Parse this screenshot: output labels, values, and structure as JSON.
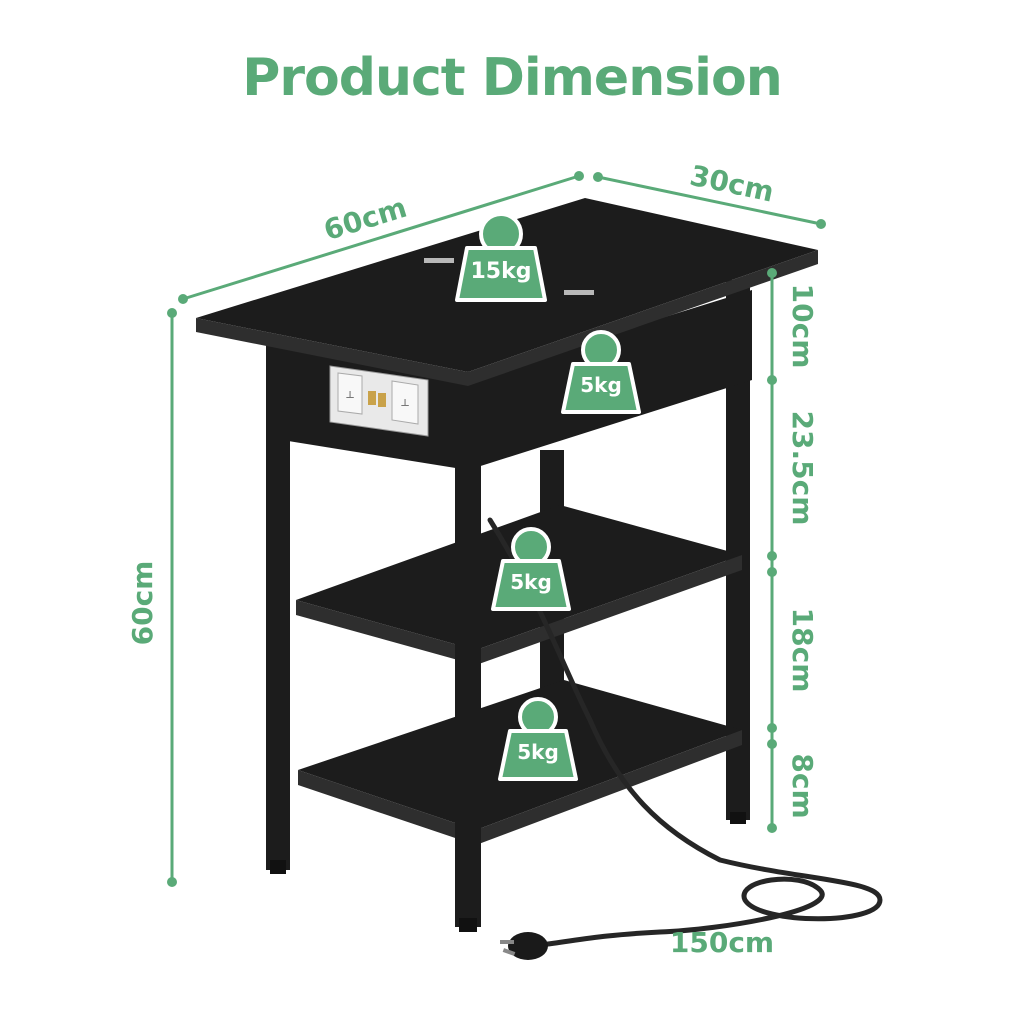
{
  "title": "Product Dimension",
  "colors": {
    "accent": "#5aaa78",
    "accent_dark": "#3f8f5f",
    "table": "#1c1c1c",
    "table_edge": "#2e2e2e",
    "cord": "#262626",
    "background": "#ffffff"
  },
  "dimensions": {
    "width": "60cm",
    "depth": "30cm",
    "height": "60cm",
    "top_section": "10cm",
    "upper_gap": "23.5cm",
    "middle_gap": "18cm",
    "bottom_gap": "8cm",
    "cord_length": "150cm"
  },
  "load_ratings": {
    "top": "15kg",
    "drawer": "5kg",
    "middle_shelf": "5kg",
    "bottom_shelf": "5kg"
  }
}
